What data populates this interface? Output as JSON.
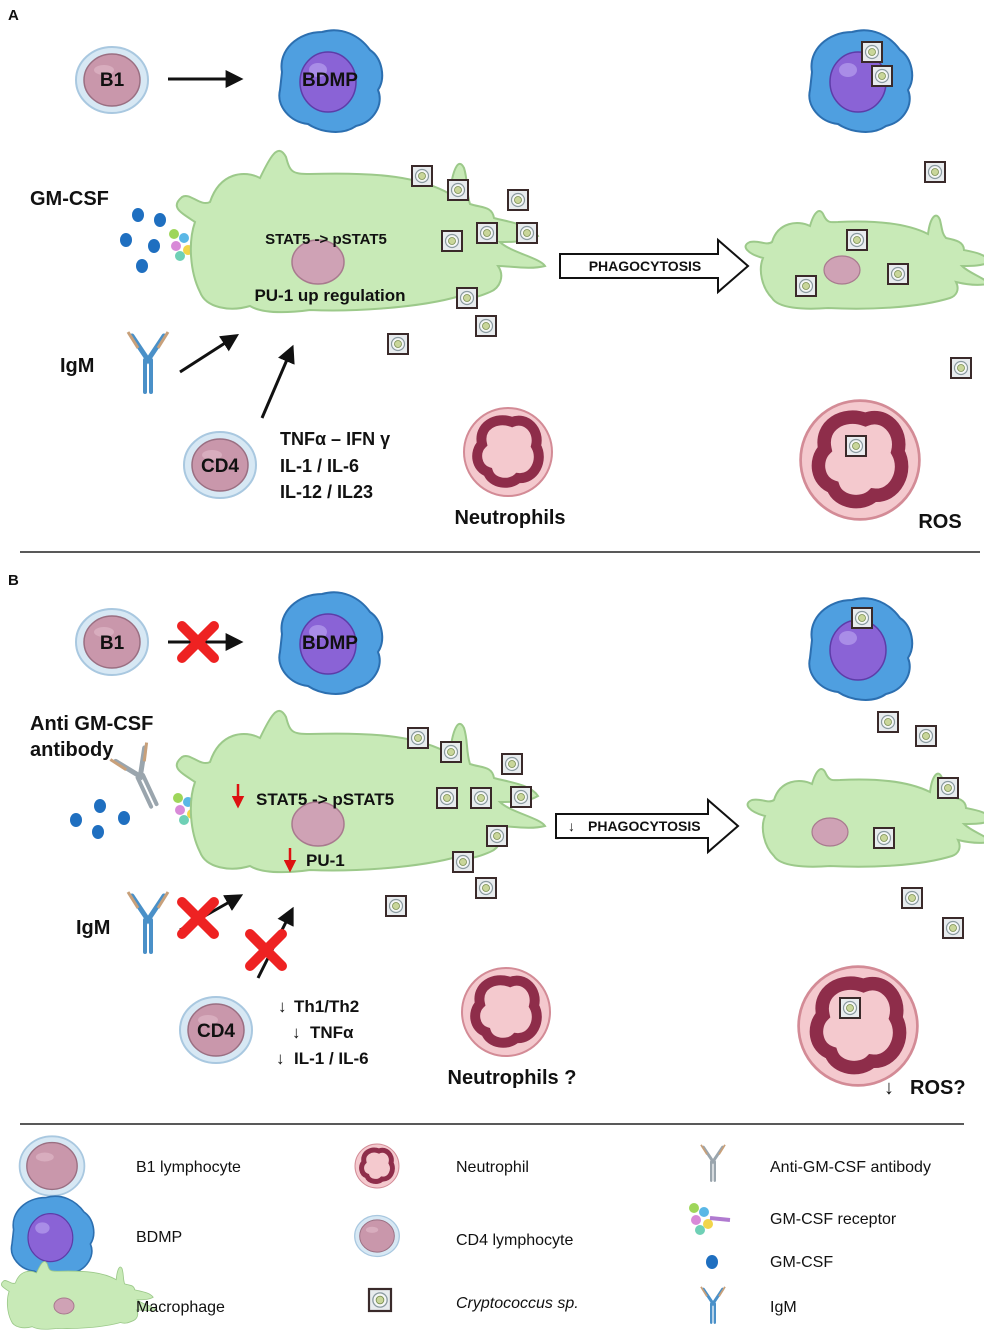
{
  "panels": {
    "a": "A",
    "b": "B"
  },
  "panelA": {
    "b1": "B1",
    "bdmp": "BDMP",
    "gmcsf": "GM-CSF",
    "igm": "IgM",
    "cd4": "CD4",
    "mac_line1": "STAT5 -> pSTAT5",
    "mac_line2": "PU-1 up regulation",
    "cytokine1": "TNFα – IFN γ",
    "cytokine2": "IL-1 / IL-6",
    "cytokine3": "IL-12 / IL23",
    "neutrophils": "Neutrophils",
    "phagocytosis": "PHAGOCYTOSIS",
    "ros": "ROS"
  },
  "panelB": {
    "b1": "B1",
    "bdmp": "BDMP",
    "anti1": "Anti GM-CSF",
    "anti2": "antibody",
    "igm": "IgM",
    "cd4": "CD4",
    "mac_line1": "STAT5 -> pSTAT5",
    "mac_line2": "PU-1",
    "cytokine1": "Th1/Th2",
    "cytokine2": "TNFα",
    "cytokine3": "IL-1 / IL-6",
    "neutrophils": "Neutrophils ?",
    "phagocytosis": "PHAGOCYTOSIS",
    "ros": "ROS?",
    "down_arrow": "↓"
  },
  "legend": {
    "b1": "B1 lymphocyte",
    "bdmp": "BDMP",
    "macrophage": "Macrophage",
    "neutrophil": "Neutrophil",
    "cd4": "CD4 lymphocyte",
    "crypto": "Cryptococcus sp.",
    "antibody": "Anti-GM-CSF antibody",
    "receptor": "GM-CSF receptor",
    "gmcsf": "GM-CSF",
    "igm": "IgM"
  },
  "colors": {
    "b1_cell": "#c99aae",
    "b1_outer": "#cfe3f1",
    "bdmp": "#4f9fe0",
    "bdmp_nucleus": "#8a63d6",
    "macrophage": "#c8eab7",
    "neutrophil": "#f3c7cc",
    "neutrophil_nucleus": "#8e2d4a",
    "gmcsf_dot": "#1f6fc0",
    "igm": "#4a90c8",
    "red_x": "#ee2222",
    "red_arrow": "#dd1111"
  }
}
